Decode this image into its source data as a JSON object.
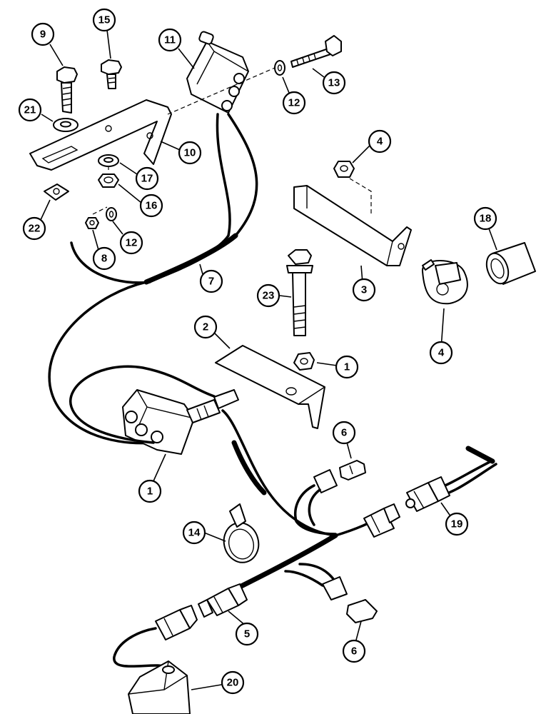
{
  "callouts": [
    {
      "id": "c9",
      "label": "9"
    },
    {
      "id": "c15",
      "label": "15"
    },
    {
      "id": "c11",
      "label": "11"
    },
    {
      "id": "c13",
      "label": "13"
    },
    {
      "id": "c12a",
      "label": "12"
    },
    {
      "id": "c21",
      "label": "21"
    },
    {
      "id": "c10",
      "label": "10"
    },
    {
      "id": "c17",
      "label": "17"
    },
    {
      "id": "c16",
      "label": "16"
    },
    {
      "id": "c22",
      "label": "22"
    },
    {
      "id": "c8",
      "label": "8"
    },
    {
      "id": "c12b",
      "label": "12"
    },
    {
      "id": "c7",
      "label": "7"
    },
    {
      "id": "c4a",
      "label": "4"
    },
    {
      "id": "c18",
      "label": "18"
    },
    {
      "id": "c3",
      "label": "3"
    },
    {
      "id": "c23",
      "label": "23"
    },
    {
      "id": "c4b",
      "label": "4"
    },
    {
      "id": "c2",
      "label": "2"
    },
    {
      "id": "c1a",
      "label": "1"
    },
    {
      "id": "c6a",
      "label": "6"
    },
    {
      "id": "c1b",
      "label": "1"
    },
    {
      "id": "c19",
      "label": "19"
    },
    {
      "id": "c14",
      "label": "14"
    },
    {
      "id": "c5",
      "label": "5"
    },
    {
      "id": "c6b",
      "label": "6"
    },
    {
      "id": "c20",
      "label": "20"
    }
  ]
}
